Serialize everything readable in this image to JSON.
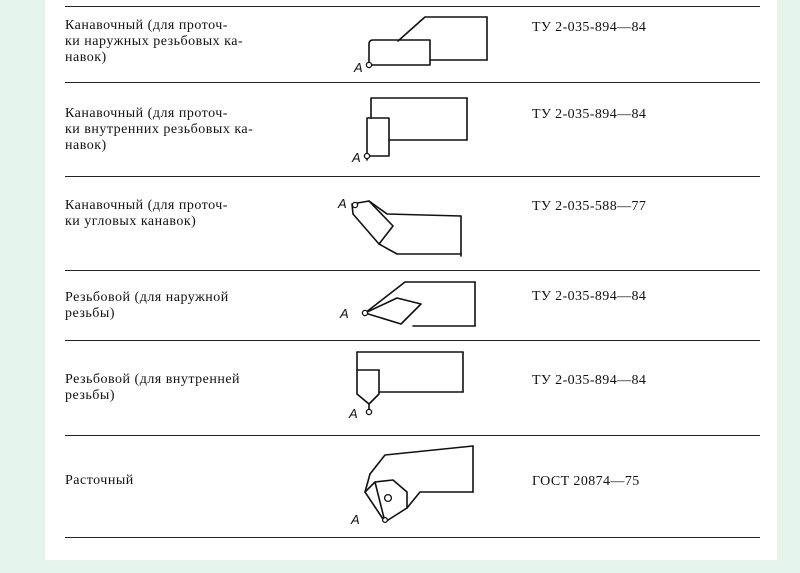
{
  "rows": [
    {
      "description": "Канавочный (для проточ-\nки наружных резьбовых ка-\nнавок)",
      "standard": "ТУ 2-035-894—84",
      "point_label": "A"
    },
    {
      "description": "Канавочный (для проточ-\nки внутренних резьбовых ка-\nнавок)",
      "standard": "ТУ 2-035-894—84",
      "point_label": "A"
    },
    {
      "description": "Канавочный (для проточ-\nки угловых канавок)",
      "standard": "ТУ 2-035-588—77",
      "point_label": "A"
    },
    {
      "description": "  Резьбовой (для  наружной\nрезьбы)",
      "standard": "ТУ 2-035-894—84",
      "point_label": "A"
    },
    {
      "description": "  Резьбовой (для внутренней\nрезьбы)",
      "standard": "ТУ 2-035-894—84",
      "point_label": "A"
    },
    {
      "description": "  Расточный",
      "standard": "ГОСТ 20874—75",
      "point_label": "A"
    }
  ],
  "icons": [
    "groove-outer-tool-icon",
    "groove-inner-tool-icon",
    "groove-angular-tool-icon",
    "thread-outer-tool-icon",
    "thread-inner-tool-icon",
    "boring-tool-icon"
  ]
}
